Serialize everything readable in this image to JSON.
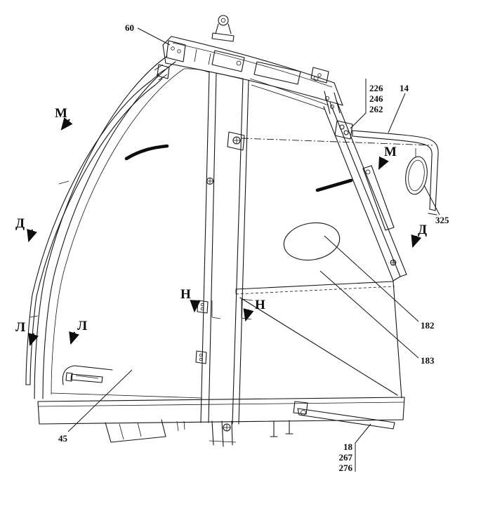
{
  "drawing": {
    "background": "#ffffff",
    "line_color": "#161616",
    "kind": "cab-assembly-side-view"
  },
  "callouts": {
    "c60": "60",
    "c226": "226",
    "c246": "246",
    "c262": "262",
    "c14": "14",
    "c325": "325",
    "c182": "182",
    "c183": "183",
    "c45": "45",
    "c18": "18",
    "c267": "267",
    "c276": "276"
  },
  "sections": {
    "m": "М",
    "d": "Д",
    "l": "Л",
    "n": "Н"
  }
}
